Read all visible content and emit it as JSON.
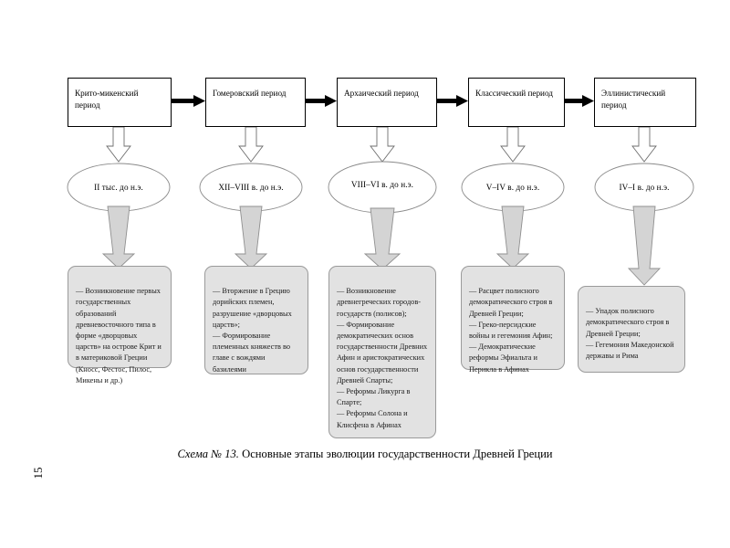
{
  "document": {
    "page_number": "15",
    "caption_prefix": "Схема № 13.",
    "caption_text": " Основные этапы эволюции государственности Древней Греции"
  },
  "colors": {
    "box_fill": "#ffffff",
    "box_border": "#000000",
    "content_fill": "#e2e2e2",
    "content_border": "#9a9a9a",
    "arrow_black": "#000000",
    "arrow_gray_fill": "#d4d4d4",
    "arrow_gray_stroke": "#808080",
    "text": "#000000"
  },
  "diagram": {
    "type": "flowchart",
    "columns": [
      {
        "id": "crete-mycenaean",
        "phase": "Крито-микенский период",
        "dates": "II тыс. до н.э.",
        "content": "— Возникновение первых государственных образований древневосточного типа в форме «дворцовых царств» на острове Крит и в материковой Греции (Кносс, Фестос, Пилос, Микены и др.)"
      },
      {
        "id": "homeric",
        "phase": "Гомеровский период",
        "dates": "XII–VIII в. до н.э.",
        "content": "— Вторжение в Грецию дорийских племен, разрушение «дворцовых царств»;\n— Формирование племенных княжеств во главе с вождями базилеями"
      },
      {
        "id": "archaic",
        "phase": "Архаический период",
        "dates": "VIII–VI в. до н.э.",
        "content": "— Возникновение древнегреческих городов-государств (полисов);\n— Формирование демократических основ государственности Древних Афин и аристократических основ государственности Древней Спарты;\n— Реформы Ликурга в Спарте;\n— Реформы Солона и Клисфена в Афинах"
      },
      {
        "id": "classical",
        "phase": "Классический период",
        "dates": "V–IV в. до н.э.",
        "content": "— Расцвет полисного демократического строя в Древней Греции;\n— Греко-персидские войны и гегемония Афин;\n— Демократические реформы Эфиальта и Перикла в Афинах"
      },
      {
        "id": "hellenistic",
        "phase": "Эллинистический период",
        "dates": "IV–I в. до н.э.",
        "content": "— Упадок полисного демократического строя в Древней Греции;\n— Гегемония Македонской державы и Рима"
      }
    ]
  }
}
